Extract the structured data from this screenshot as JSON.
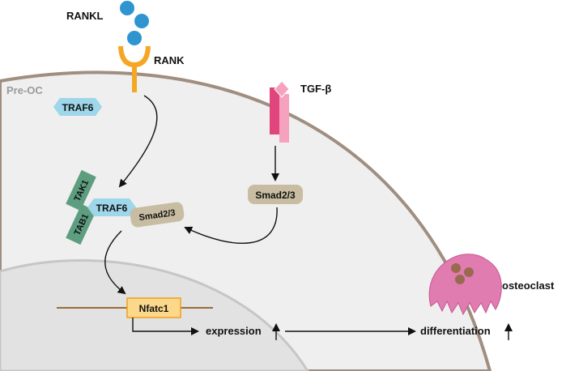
{
  "labels": {
    "rankl": "RANKL",
    "rank": "RANK",
    "pre_oc": "Pre-OC",
    "traf6_top": "TRAF6",
    "tgf_beta": "TGF-β",
    "tak1": "TAK1",
    "tab1": "TAB1",
    "traf6_complex": "TRAF6",
    "smad_complex": "Smad2/3",
    "smad_free": "Smad2/3",
    "nfatc1": "Nfatc1",
    "expression": "expression",
    "differentiation": "differentiation",
    "osteoclast": "osteoclast"
  },
  "colors": {
    "rankl_dot": "#2f95d0",
    "rank_receptor": "#f5a623",
    "membrane": "#a08e80",
    "cytoplasm": "#efefef",
    "nucleus": "#e2e2e2",
    "traf6": "#9ed6ea",
    "tak_tab": "#5e9e80",
    "smad": "#c8bca2",
    "tgf_receptor_dark": "#e0457c",
    "tgf_receptor_light": "#f6a1be",
    "nfatc1_box": "#fbd88a",
    "nfatc1_border": "#f0a020",
    "gene_line": "#9a6c3a",
    "osteoclast_body": "#e07cb0",
    "osteoclast_nucleus": "#9a6a50"
  }
}
